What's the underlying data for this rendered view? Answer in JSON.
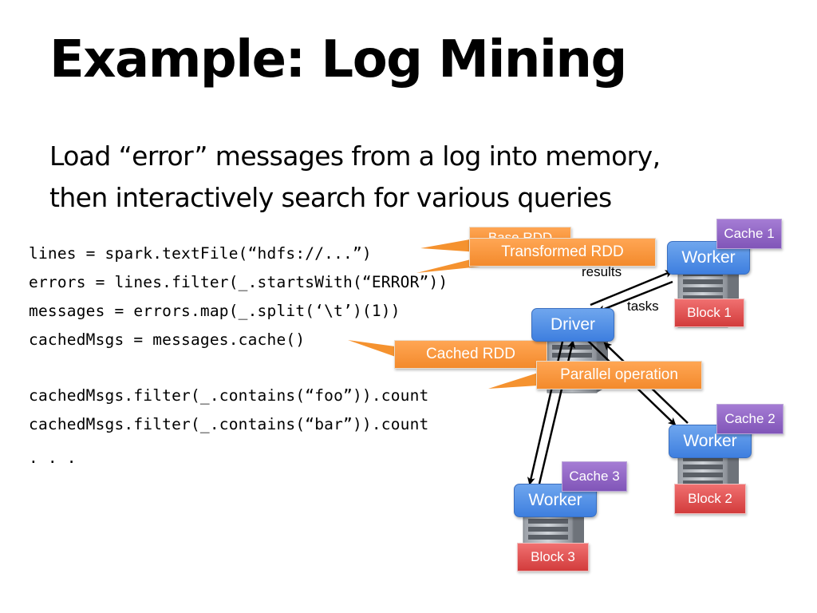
{
  "slide": {
    "title": "Example: Log Mining",
    "subtitle_line1": "Load “error” messages from a log into memory,",
    "subtitle_line2": "then interactively search for various queries"
  },
  "code": {
    "lines": [
      "lines = spark.textFile(“hdfs://...”)",
      "errors = lines.filter(_.startsWith(“ERROR”))",
      "messages = errors.map(_.split(‘\\t’)(1))",
      "cachedMsgs = messages.cache()",
      "cachedMsgs.filter(_.contains(“foo”)).count",
      "cachedMsgs.filter(_.contains(“bar”)).count",
      ". . ."
    ]
  },
  "callouts": {
    "base_rdd": "Base RDD",
    "transformed_rdd": "Transformed RDD",
    "cached_rdd": "Cached RDD",
    "parallel_operation": "Parallel operation"
  },
  "diagram": {
    "driver": "Driver",
    "worker_label": "Worker",
    "results": "results",
    "tasks": "tasks",
    "cache_1": "Cache 1",
    "cache_2": "Cache 2",
    "cache_3": "Cache 3",
    "block_1": "Block 1",
    "block_2": "Block 2",
    "block_3": "Block 3"
  },
  "colors": {
    "callout_orange": "#f5922f",
    "node_blue": "#4a88e4",
    "cache_purple": "#8a5fc0",
    "block_red": "#dc4848"
  }
}
